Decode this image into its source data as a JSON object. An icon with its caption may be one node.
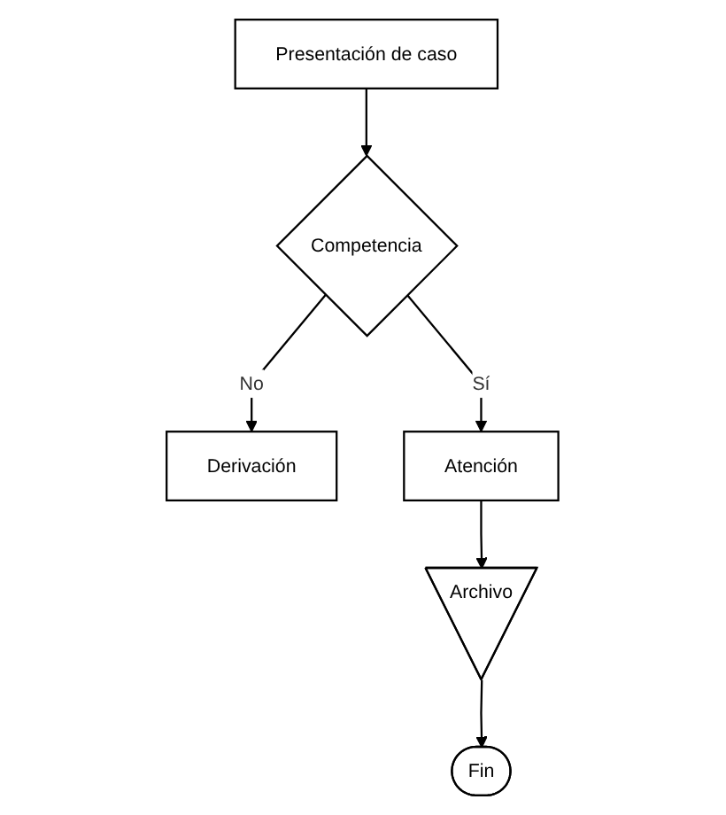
{
  "diagram": {
    "nodes": [
      {
        "text": [
          "Presentación de caso"
        ]
      },
      {
        "text": [
          "Competencia"
        ]
      },
      {
        "text": [
          "Derivación"
        ]
      },
      {
        "text": [
          "Atención"
        ]
      },
      {
        "text": [
          "Archivo"
        ]
      },
      {
        "text": [
          "Fin"
        ]
      }
    ],
    "edges": [
      {
        "from": 0,
        "to": 1,
        "arrow": "to"
      },
      {
        "from": 1,
        "to": 2,
        "arrow": "to",
        "label": "No"
      },
      {
        "from": 1,
        "to": 3,
        "arrow": "to",
        "label": "Sí"
      },
      {
        "from": 3,
        "to": 4,
        "arrow": "to"
      },
      {
        "from": 4,
        "to": 5,
        "arrow": "to"
      }
    ]
  }
}
